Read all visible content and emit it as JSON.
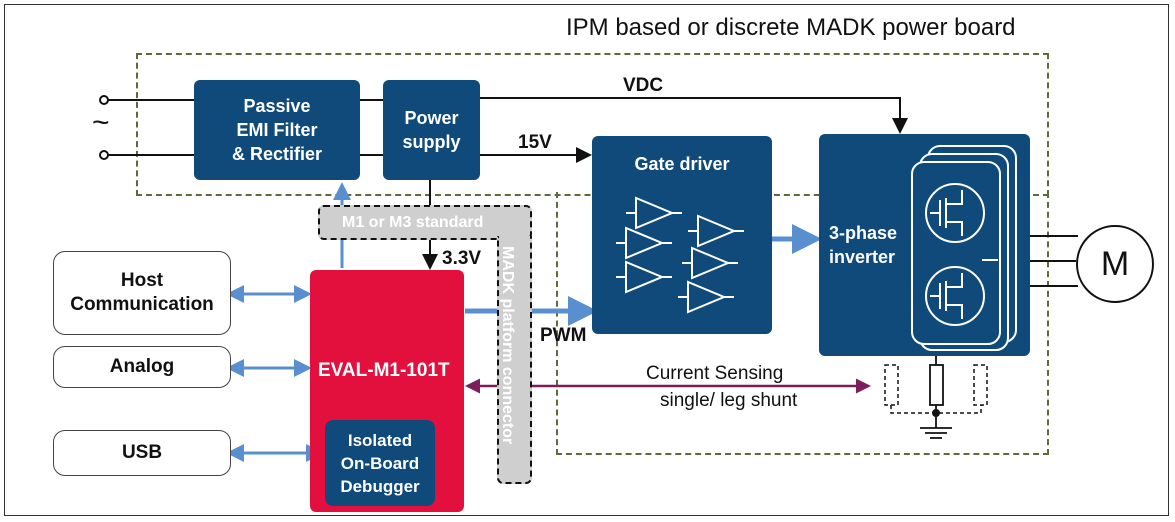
{
  "board_title": "IPM based or discrete MADK power board",
  "ac_symbol": "~",
  "blocks": {
    "emi_filter": "Passive\nEMI Filter\n& Rectifier",
    "power_supply": "Power\nsupply",
    "gate_driver": "Gate driver",
    "inverter": "3-phase\ninverter",
    "motor": "M",
    "host": "Host\nCommunication",
    "analog": "Analog",
    "usb": "USB",
    "eval_board": "EVAL-M1-101T",
    "debugger": "Isolated\nOn-Board\nDebugger"
  },
  "labels": {
    "vdc": "VDC",
    "v15": "15V",
    "v33": "3.3V",
    "pwm": "PWM",
    "connector_standard": "M1 or M3 standard",
    "connector": "MADK platform connector",
    "current_sensing": "Current Sensing",
    "shunt": "single/ leg shunt"
  },
  "colors": {
    "navy": "#0f4a7a",
    "red": "#e3103d",
    "arrow_blue": "#5a8fcf",
    "purple": "#7a1f5c",
    "dash_green": "#5c6b3a",
    "connector_gray": "#cfcfcf"
  }
}
